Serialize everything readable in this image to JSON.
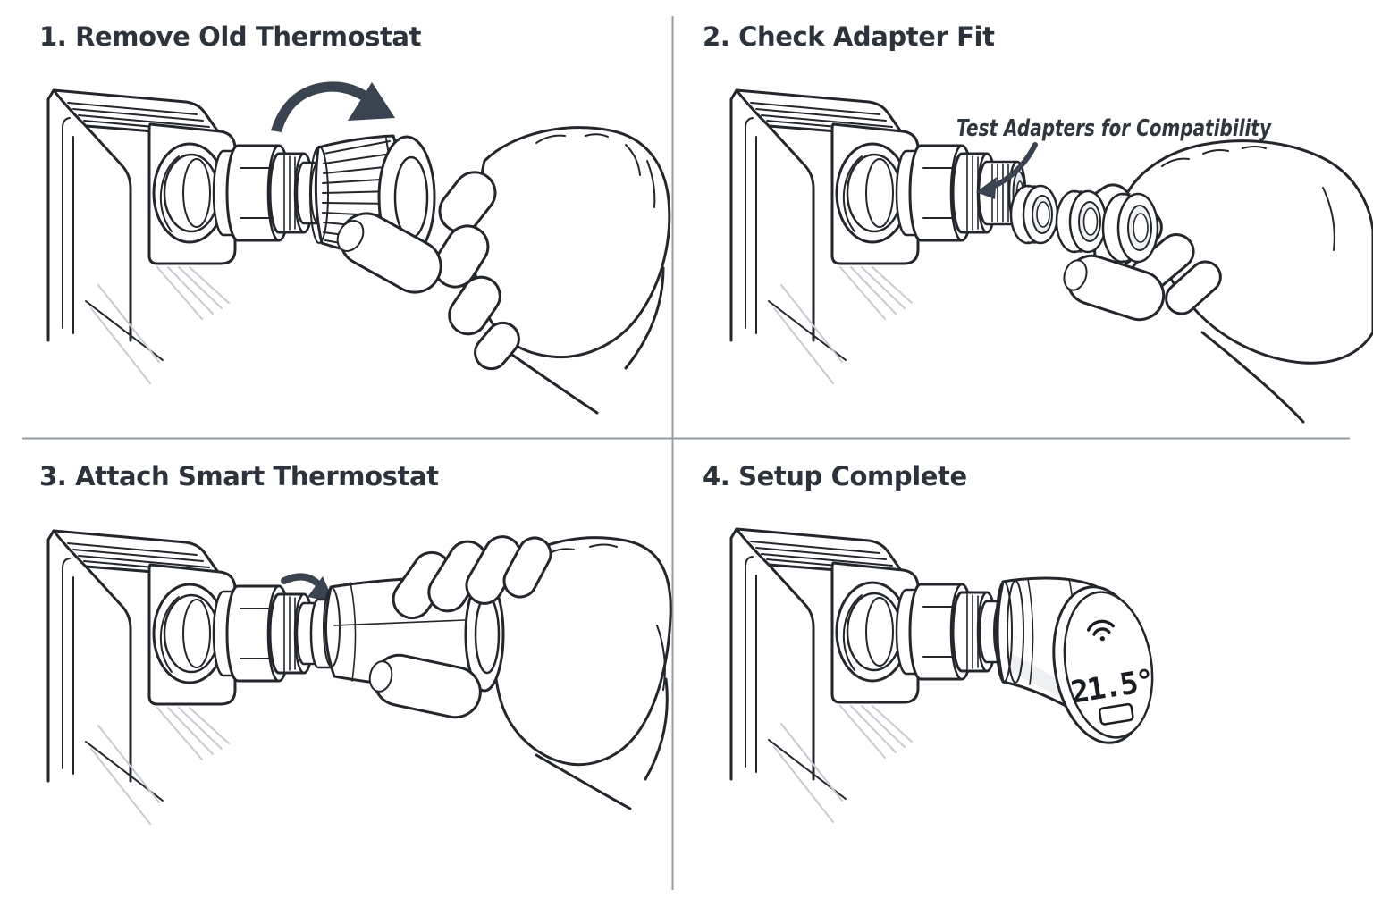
{
  "page": {
    "background": "#ffffff",
    "title_color": "#2d333c",
    "line_color": "#23272c",
    "shade_color": "#c6ccd2",
    "arrow_color": "#3a4350",
    "divider_color": "#959ba2"
  },
  "steps": [
    {
      "title": "1. Remove Old Thermostat",
      "icon": "rotation-arrow-icon"
    },
    {
      "title": "2. Check Adapter Fit",
      "annotation": "Test Adapters for Compatibility",
      "icon": "annotation-arrow-icon"
    },
    {
      "title": "3. Attach Smart Thermostat",
      "icon": "attach-arrow-icon"
    },
    {
      "title": "4. Setup Complete",
      "icon": "wifi-icon",
      "display": {
        "temperature": "21.5°"
      }
    }
  ]
}
